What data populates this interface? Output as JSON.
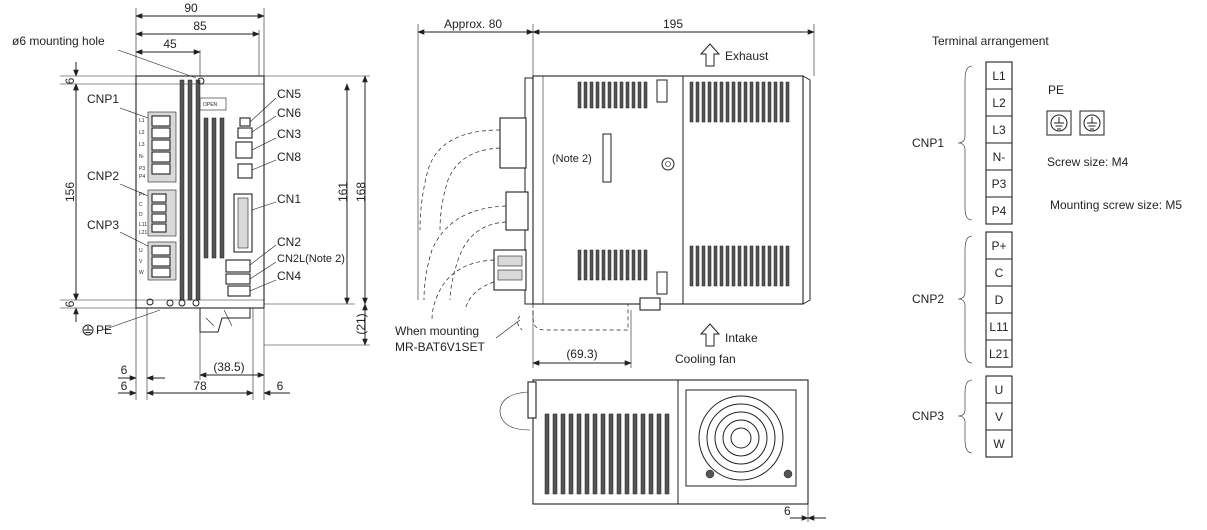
{
  "front_view": {
    "dims": {
      "width_90": "90",
      "width_85": "85",
      "width_45": "45",
      "top_offset_6": "6",
      "height_156": "156",
      "bottom_offset_6": "6",
      "height_161": "161",
      "height_168": "168",
      "bottom_21": "(21)",
      "dim_38_5": "(38.5)",
      "left_6a": "6",
      "left_6b": "6",
      "width_78": "78",
      "right_6": "6"
    },
    "mounting_hole_label": "ø6 mounting hole",
    "pe_label": "PE",
    "open_label": "OPEN",
    "connector_labels_left": [
      "CNP1",
      "CNP2",
      "CNP3"
    ],
    "connector_labels_right": [
      "CN5",
      "CN6",
      "CN3",
      "CN8",
      "CN1",
      "CN2",
      "CN2L(Note 2)",
      "CN4"
    ],
    "small_terminal_marks": [
      "L1",
      "L2",
      "L3",
      "N-",
      "P3",
      "P4",
      "P+",
      "C",
      "D",
      "L11",
      "L21",
      "U",
      "V",
      "W"
    ]
  },
  "side_view": {
    "dims": {
      "approx_80": "Approx. 80",
      "depth_195": "195",
      "dim_69_3": "(69.3)",
      "bottom_6": "6"
    },
    "exhaust_label": "Exhaust",
    "intake_label": "Intake",
    "cooling_fan_label": "Cooling fan",
    "note_label": "(Note 2)",
    "battery_note_line1": "When mounting",
    "battery_note_line2": "MR-BAT6V1SET"
  },
  "terminal_arrangement": {
    "title": "Terminal arrangement",
    "groups": [
      {
        "name": "CNP1",
        "terminals": [
          "L1",
          "L2",
          "L3",
          "N-",
          "P3",
          "P4"
        ]
      },
      {
        "name": "CNP2",
        "terminals": [
          "P+",
          "C",
          "D",
          "L11",
          "L21"
        ]
      },
      {
        "name": "CNP3",
        "terminals": [
          "U",
          "V",
          "W"
        ]
      }
    ],
    "pe_title": "PE",
    "screw_size": "Screw size: M4",
    "mounting_screw_size": "Mounting screw size: M5"
  },
  "colors": {
    "line": "#231f20",
    "fill": "#ffffff",
    "shade": "#d9d9d9"
  },
  "icons": [
    "arrow-up-icon",
    "protective-earth-icon",
    "ground-screw-icon"
  ]
}
